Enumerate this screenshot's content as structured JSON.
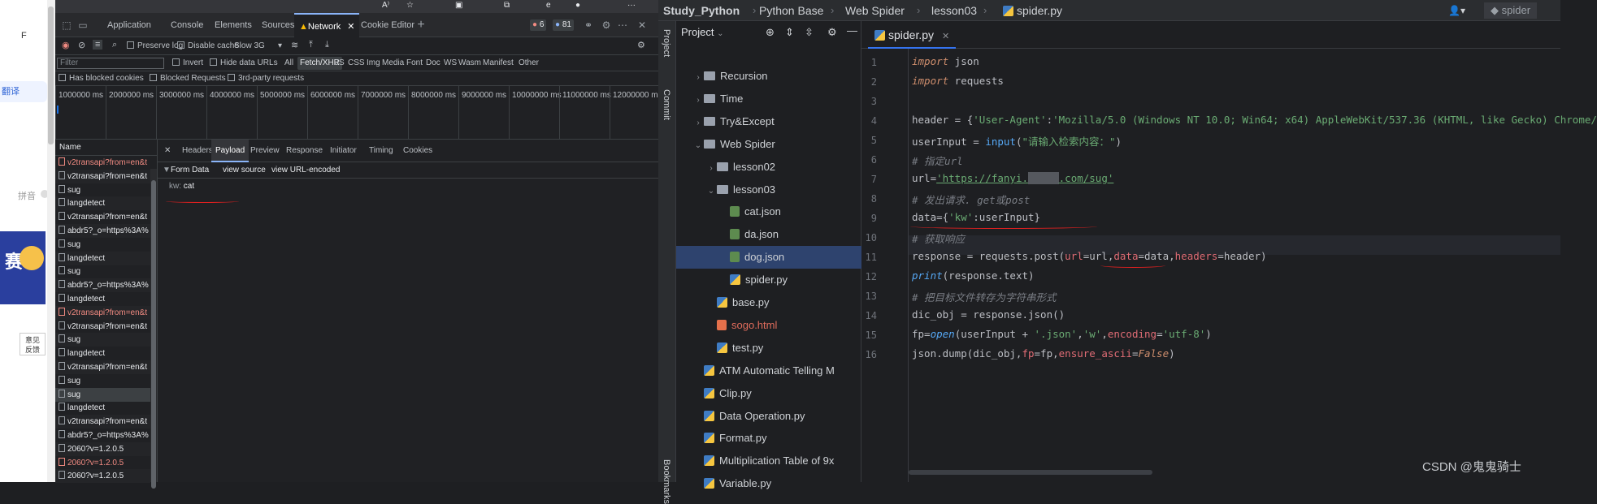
{
  "webpage": {
    "corner": "F",
    "translate": "翻译",
    "pinyin": "拼音",
    "banner": "赛",
    "feedback": "意见\n反馈"
  },
  "devtools": {
    "tabs": [
      "Application",
      "Console",
      "Elements",
      "Sources",
      "Network",
      "Cookie Editor"
    ],
    "active_tab": "Network",
    "errors": "6",
    "warnings": "81",
    "toolbar": {
      "preserve_log": "Preserve log",
      "disable_cache": "Disable cache",
      "throttle": "Slow 3G"
    },
    "filter": {
      "placeholder": "Filter",
      "invert": "Invert",
      "hide_data_urls": "Hide data URLs",
      "all": "All",
      "types": [
        "Fetch/XHR",
        "JS",
        "CSS",
        "Img",
        "Media",
        "Font",
        "Doc",
        "WS",
        "Wasm",
        "Manifest",
        "Other"
      ]
    },
    "blocked": {
      "blocked_cookies": "Has blocked cookies",
      "blocked_requests": "Blocked Requests",
      "third_party": "3rd-party requests"
    },
    "timeline_ticks": [
      "1000000 ms",
      "2000000 ms",
      "3000000 ms",
      "4000000 ms",
      "5000000 ms",
      "6000000 ms",
      "7000000 ms",
      "8000000 ms",
      "9000000 ms",
      "10000000 ms",
      "11000000 ms",
      "12000000 m"
    ],
    "name_header": "Name",
    "requests": [
      {
        "name": "v2transapi?from=en&t",
        "error": true
      },
      {
        "name": "v2transapi?from=en&t",
        "error": false
      },
      {
        "name": "sug",
        "error": false
      },
      {
        "name": "langdetect",
        "error": false
      },
      {
        "name": "v2transapi?from=en&t",
        "error": false
      },
      {
        "name": "abdr5?_o=https%3A%",
        "error": false
      },
      {
        "name": "sug",
        "error": false
      },
      {
        "name": "langdetect",
        "error": false
      },
      {
        "name": "sug",
        "error": false
      },
      {
        "name": "abdr5?_o=https%3A%",
        "error": false
      },
      {
        "name": "langdetect",
        "error": false
      },
      {
        "name": "v2transapi?from=en&t",
        "error": true
      },
      {
        "name": "v2transapi?from=en&t",
        "error": false
      },
      {
        "name": "sug",
        "error": false
      },
      {
        "name": "langdetect",
        "error": false
      },
      {
        "name": "v2transapi?from=en&t",
        "error": false
      },
      {
        "name": "sug",
        "error": false
      },
      {
        "name": "sug",
        "error": false
      },
      {
        "name": "langdetect",
        "error": false
      },
      {
        "name": "v2transapi?from=en&t",
        "error": false
      },
      {
        "name": "abdr5?_o=https%3A%",
        "error": false
      },
      {
        "name": "2060?v=1.2.0.5",
        "error": false
      },
      {
        "name": "2060?v=1.2.0.5",
        "error": true
      },
      {
        "name": "2060?v=1.2.0.5",
        "error": false
      }
    ],
    "detail_tabs": [
      "Headers",
      "Payload",
      "Preview",
      "Response",
      "Initiator",
      "Timing",
      "Cookies"
    ],
    "active_detail": "Payload",
    "form_data": {
      "title": "Form Data",
      "view_source": "view source",
      "view_url_encoded": "view URL-encoded",
      "key": "kw:",
      "value": "cat"
    }
  },
  "ide": {
    "breadcrumbs": [
      "Study_Python",
      "Python Base",
      "Web Spider",
      "lesson03",
      "spider.py"
    ],
    "run_config": "spider",
    "project_label": "Project",
    "side_labels": {
      "project": "Project",
      "commit": "Commit",
      "bookmarks": "Bookmarks"
    },
    "tree": [
      {
        "label": "Recursion",
        "indent": 1,
        "kind": "folder",
        "arrow": "›"
      },
      {
        "label": "Time",
        "indent": 1,
        "kind": "folder",
        "arrow": "›"
      },
      {
        "label": "Try&Except",
        "indent": 1,
        "kind": "folder",
        "arrow": "›"
      },
      {
        "label": "Web Spider",
        "indent": 1,
        "kind": "folder",
        "arrow": "⌄"
      },
      {
        "label": "lesson02",
        "indent": 2,
        "kind": "folder",
        "arrow": "›"
      },
      {
        "label": "lesson03",
        "indent": 2,
        "kind": "folder",
        "arrow": "⌄"
      },
      {
        "label": "cat.json",
        "indent": 3,
        "kind": "json",
        "arrow": ""
      },
      {
        "label": "da.json",
        "indent": 3,
        "kind": "json",
        "arrow": ""
      },
      {
        "label": "dog.json",
        "indent": 3,
        "kind": "json",
        "arrow": "",
        "selected": true
      },
      {
        "label": "spider.py",
        "indent": 3,
        "kind": "py",
        "arrow": ""
      },
      {
        "label": "base.py",
        "indent": 2,
        "kind": "py",
        "arrow": ""
      },
      {
        "label": "sogo.html",
        "indent": 2,
        "kind": "html",
        "arrow": ""
      },
      {
        "label": "test.py",
        "indent": 2,
        "kind": "py",
        "arrow": ""
      },
      {
        "label": "ATM Automatic Telling M",
        "indent": 1,
        "kind": "py",
        "arrow": ""
      },
      {
        "label": "Clip.py",
        "indent": 1,
        "kind": "py",
        "arrow": ""
      },
      {
        "label": "Data Operation.py",
        "indent": 1,
        "kind": "py",
        "arrow": ""
      },
      {
        "label": "Format.py",
        "indent": 1,
        "kind": "py",
        "arrow": ""
      },
      {
        "label": "Multiplication Table of 9x",
        "indent": 1,
        "kind": "py",
        "arrow": ""
      },
      {
        "label": "Variable.py",
        "indent": 1,
        "kind": "py",
        "arrow": ""
      }
    ],
    "editor_tab": "spider.py",
    "line_numbers": [
      "1",
      "2",
      "3",
      "4",
      "5",
      "6",
      "7",
      "8",
      "9",
      "10",
      "11",
      "12",
      "13",
      "14",
      "15",
      "16"
    ],
    "code": {
      "l1_kw": "import",
      "l1_mod": " json",
      "l2_kw": "import",
      "l2_mod": " requests",
      "l4_a": "header = {",
      "l4_b": "'User-Agent'",
      "l4_c": ":",
      "l4_d": "'Mozilla/5.0 (Windows NT 10.0; Win64; x64) AppleWebKit/537.36 (KHTML, like Gecko) Chrome/",
      "l5_a": "userInput = ",
      "l5_b": "input",
      "l5_c": "(",
      "l5_d": "\"请输入检索内容：\"",
      "l5_e": ")",
      "l6": "# 指定url",
      "l7_a": "url=",
      "l7_b": "'https://fanyi.",
      "l7_c": "     ",
      "l7_d": ".com/sug'",
      "l8": "# 发出请求. get或post",
      "l9_a": "data={",
      "l9_b": "'kw'",
      "l9_c": ":userInput}",
      "l10": "# 获取响应",
      "l11_a": "response = requests.post(",
      "l11_b": "url",
      "l11_c": "=url,",
      "l11_d": "data",
      "l11_e": "=data,",
      "l11_f": "headers",
      "l11_g": "=header)",
      "l12_a": "print",
      "l12_b": "(response.text)",
      "l13": "# 把目标文件转存为字符串形式",
      "l14": "dic_obj = response.json()",
      "l15_a": "fp=",
      "l15_b": "open",
      "l15_c": "(userInput + ",
      "l15_d": "'.json'",
      "l15_e": ",",
      "l15_f": "'w'",
      "l15_g": ",",
      "l15_h": "encoding",
      "l15_i": "=",
      "l15_j": "'utf-8'",
      "l15_k": ")",
      "l16_a": "json.dump(dic_obj,",
      "l16_b": "fp",
      "l16_c": "=fp,",
      "l16_d": "ensure_ascii",
      "l16_e": "=",
      "l16_f": "False",
      "l16_g": ")"
    },
    "watermark": "CSDN @鬼鬼骑士"
  }
}
